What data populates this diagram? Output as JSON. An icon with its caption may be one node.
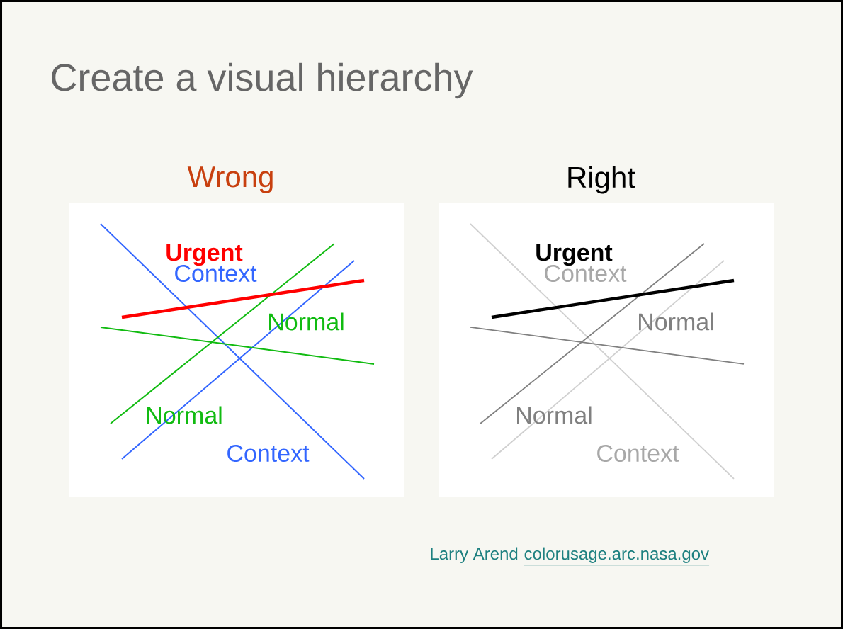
{
  "diagram": {
    "title": "Create a visual hierarchy",
    "nodes": [
      {
        "text": [
          "Wrong",
          "Urgent",
          "Context",
          "Normal",
          "Normal",
          "Context"
        ]
      },
      {
        "text": [
          "Right",
          "Urgent",
          "Context",
          "Normal",
          "Normal",
          "Context"
        ]
      }
    ],
    "labels": [
      "Larry Arend",
      "colorusage.arc.nasa.gov"
    ]
  }
}
